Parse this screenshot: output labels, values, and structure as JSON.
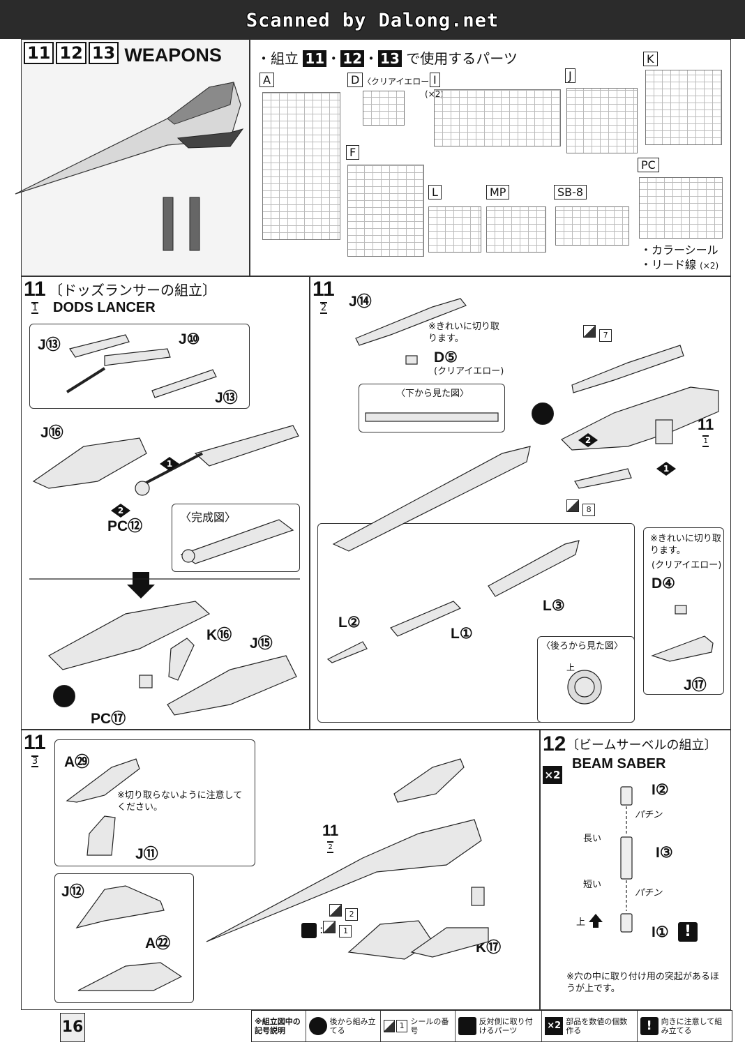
{
  "header": {
    "scan_credit": "Scanned by Dalong.net"
  },
  "weapons": {
    "steps": [
      "11",
      "12",
      "13"
    ],
    "title": "WEAPONS"
  },
  "parts_used": {
    "heading_prefix": "・組立",
    "heading_steps": [
      "11",
      "12",
      "13"
    ],
    "heading_suffix": "で使用するパーツ",
    "runners": [
      {
        "label": "A",
        "note": ""
      },
      {
        "label": "D",
        "note": "〈クリアイエロー〉"
      },
      {
        "label": "I",
        "note": "(×2)"
      },
      {
        "label": "J",
        "note": ""
      },
      {
        "label": "K",
        "note": ""
      },
      {
        "label": "F",
        "note": ""
      },
      {
        "label": "L",
        "note": ""
      },
      {
        "label": "MP",
        "note": ""
      },
      {
        "label": "SB-8",
        "note": ""
      },
      {
        "label": "PC",
        "note": ""
      }
    ],
    "extras": [
      "・カラーシール",
      "・リード線"
    ],
    "extras_qty": "(×2)"
  },
  "step11_1": {
    "num": "11",
    "sub": "1",
    "title_jp": "〔ドッズランサーの組立〕",
    "title_en": "DODS LANCER",
    "parts": {
      "j13a": "J⑬",
      "j10": "J⑩",
      "j13b": "J⑬",
      "j16": "J⑯",
      "pc12": "PC⑫",
      "k16": "K⑯",
      "j15": "J⑮",
      "pc17": "PC⑰"
    },
    "completed": "〈完成図〉",
    "arrows": [
      "1",
      "2"
    ]
  },
  "step11_2": {
    "num": "11",
    "sub": "2",
    "parts": {
      "j14": "J⑭",
      "d5": "D⑤",
      "d4": "D④",
      "j17": "J⑰",
      "l1": "L①",
      "l2": "L②",
      "l3": "L③"
    },
    "note_cut": "※きれいに切り取ります。",
    "clear_yellow": "(クリアイエロー)",
    "view_bottom": "〈下から見た図〉",
    "view_back": "〈後ろから見た図〉",
    "up": "上",
    "stickers": [
      "7",
      "8"
    ],
    "ref_step": "11",
    "ref_sub": "1",
    "arrows": [
      "1",
      "2"
    ]
  },
  "step11_3": {
    "num": "11",
    "sub": "3",
    "parts": {
      "a29": "A㉙",
      "j11": "J⑪",
      "j12": "J⑫",
      "a22": "A㉒",
      "k17": "K⑰"
    },
    "note": "※切り取らないように注意してください。",
    "stickers": [
      "2",
      "1"
    ],
    "ref_step": "11",
    "ref_sub": "2"
  },
  "step12": {
    "num": "12",
    "title_jp": "〔ビームサーベルの組立〕",
    "title_en": "BEAM SABER",
    "qty": "×2",
    "parts": {
      "i2": "I②",
      "i3": "I③",
      "i1": "I①"
    },
    "snap": "パチン",
    "long": "長い",
    "short": "短い",
    "up": "上",
    "note": "※穴の中に取り付け用の突起があるほうが上です。"
  },
  "footer": {
    "page": "16",
    "legend_title": "※組立図中の記号説明",
    "legend": [
      {
        "icon": "black-circle",
        "text": "後から組み立てる"
      },
      {
        "icon": "sticker",
        "text": "シールの番号"
      },
      {
        "icon": "reverse-side",
        "text": "反対側に取り付けるパーツ"
      },
      {
        "icon": "times-2",
        "text": "部品を数値の個数作る"
      },
      {
        "icon": "exclamation",
        "text": "向きに注意して組み立てる"
      }
    ]
  }
}
